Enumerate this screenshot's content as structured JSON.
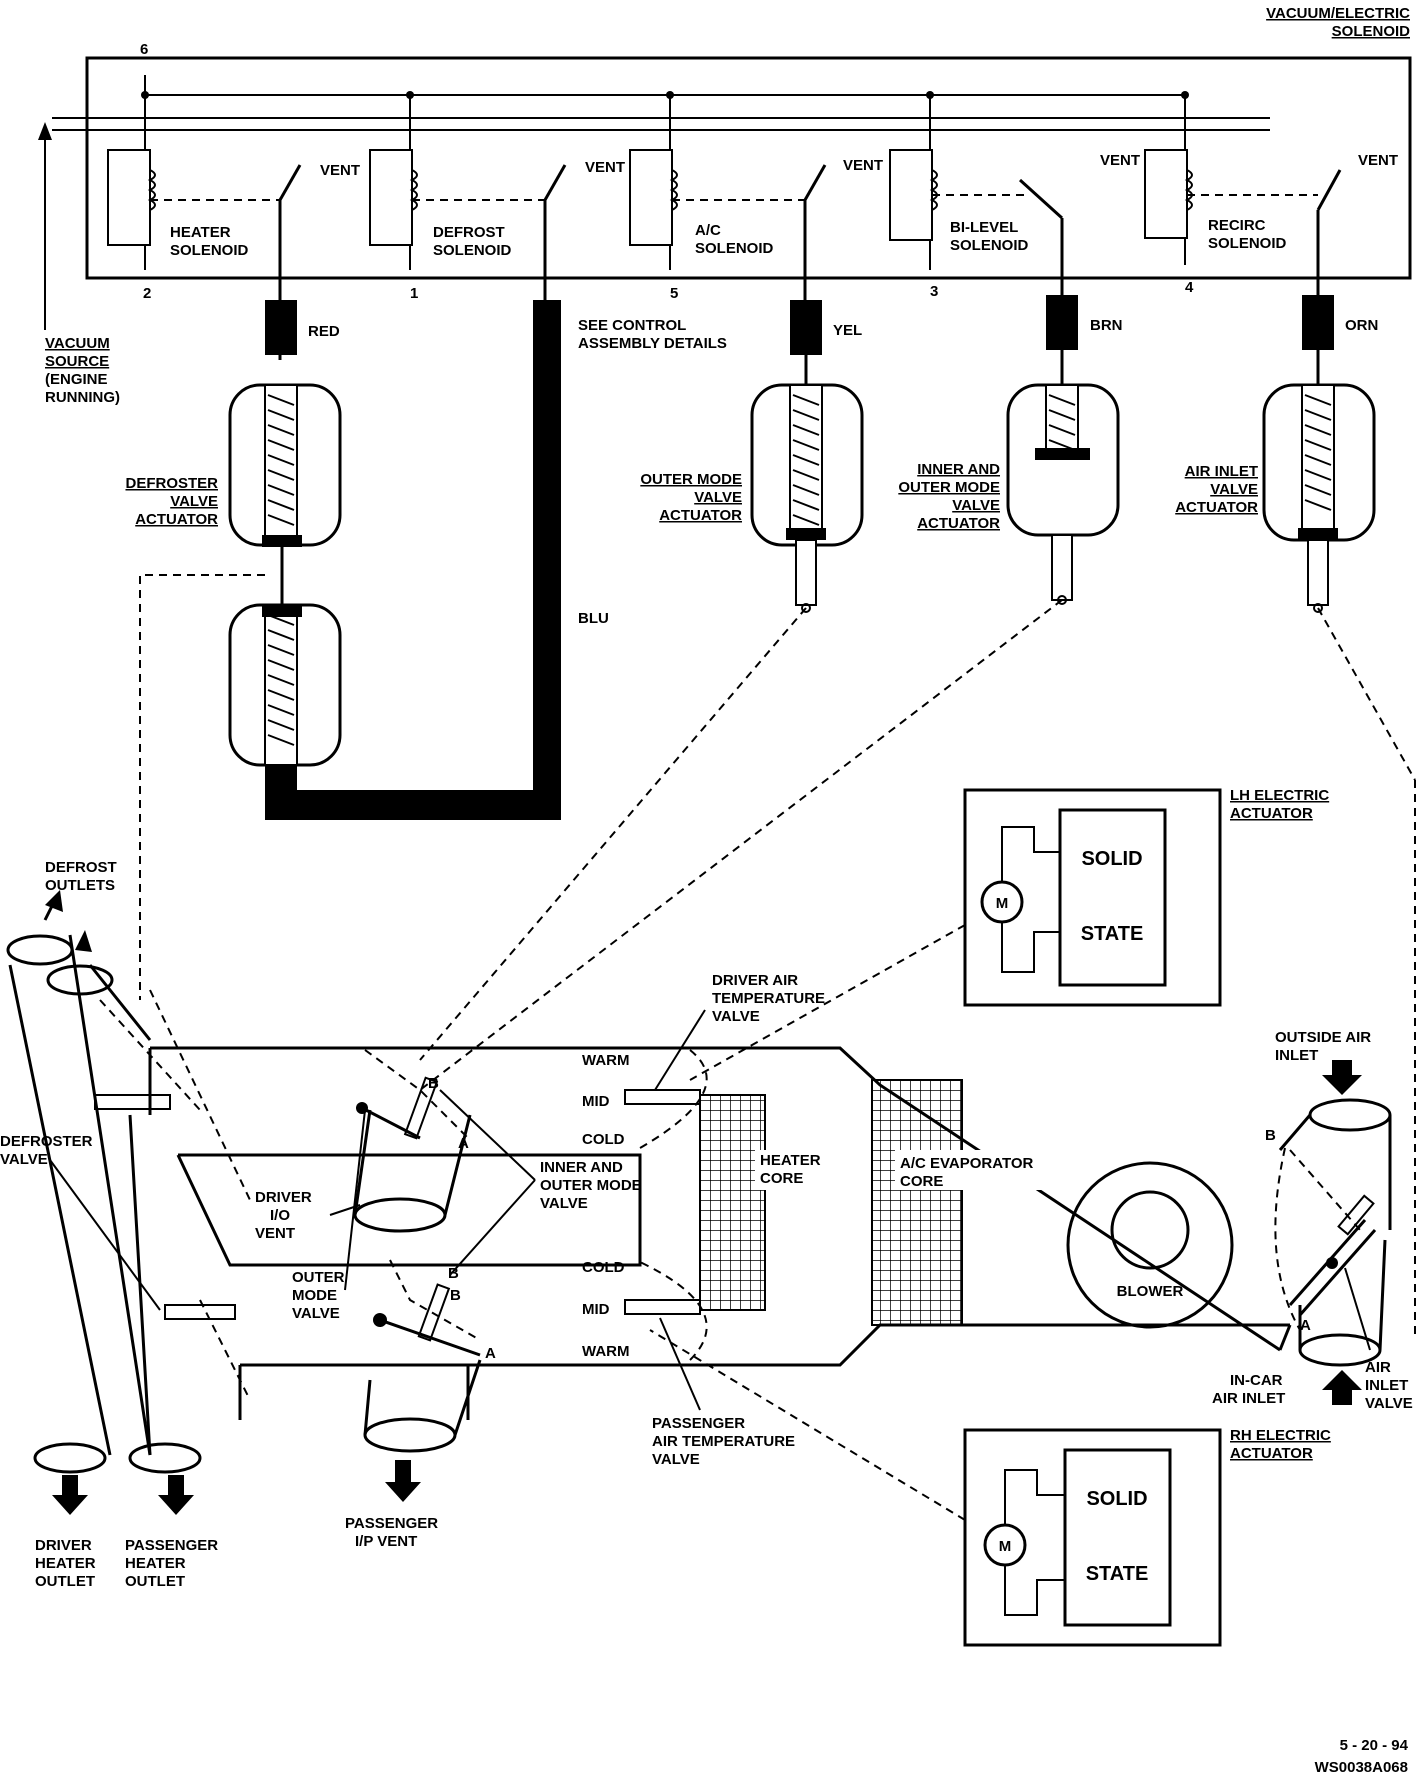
{
  "solenoid_block": {
    "title_line1": "VACUUM/ELECTRIC",
    "title_line2": "SOLENOID",
    "solenoids": [
      {
        "name_line1": "HEATER",
        "name_line2": "SOLENOID",
        "pin": "2"
      },
      {
        "name_line1": "DEFROST",
        "name_line2": "SOLENOID",
        "pin": "1"
      },
      {
        "name_line1": "A/C",
        "name_line2": "SOLENOID",
        "pin": "5"
      },
      {
        "name_line1": "BI-LEVEL",
        "name_line2": "SOLENOID",
        "pin": "3"
      },
      {
        "name_line1": "RECIRC",
        "name_line2": "SOLENOID",
        "pin": "4"
      }
    ],
    "supply_pin": "6",
    "vent_label": "VENT"
  },
  "vacuum_source": [
    "VACUUM",
    "SOURCE",
    "(ENGINE",
    "RUNNING)"
  ],
  "hoses": {
    "red": "RED",
    "yel": "YEL",
    "brn": "BRN",
    "orn": "ORN",
    "blu": "BLU",
    "see_control": [
      "SEE CONTROL",
      "ASSEMBLY DETAILS"
    ]
  },
  "actuators": {
    "defroster": [
      "DEFROSTER",
      "VALVE",
      "ACTUATOR"
    ],
    "outer_mode": [
      "OUTER MODE",
      "VALVE",
      "ACTUATOR"
    ],
    "inner_outer": [
      "INNER AND",
      "OUTER MODE",
      "VALVE",
      "ACTUATOR"
    ],
    "air_inlet": [
      "AIR INLET",
      "VALVE",
      "ACTUATOR"
    ]
  },
  "electric": {
    "lh_title": [
      "LH ELECTRIC",
      "ACTUATOR"
    ],
    "rh_title": [
      "RH ELECTRIC",
      "ACTUATOR"
    ],
    "solid": "SOLID",
    "state": "STATE",
    "motor": "M"
  },
  "duct": {
    "defrost_outlets": [
      "DEFROST",
      "OUTLETS"
    ],
    "defroster_valve": [
      "DEFROSTER",
      "VALVE"
    ],
    "driver_io_vent": [
      "DRIVER",
      "I/O",
      "VENT"
    ],
    "outer_mode_valve": [
      "OUTER",
      "MODE",
      "VALVE"
    ],
    "inner_outer_valve": [
      "INNER AND",
      "OUTER MODE",
      "VALVE"
    ],
    "driver_air_temp": [
      "DRIVER AIR",
      "TEMPERATURE",
      "VALVE"
    ],
    "passenger_air_temp": [
      "PASSENGER",
      "AIR TEMPERATURE",
      "VALVE"
    ],
    "warm": "WARM",
    "mid": "MID",
    "cold": "COLD",
    "heater_core": [
      "HEATER",
      "CORE"
    ],
    "evap_core": [
      "A/C EVAPORATOR",
      "CORE"
    ],
    "blower": "BLOWER",
    "outside_air": [
      "OUTSIDE AIR",
      "INLET"
    ],
    "incar_air": [
      "IN-CAR",
      "AIR INLET"
    ],
    "air_inlet_valve": [
      "AIR",
      "INLET",
      "VALVE"
    ],
    "pos_a": "A",
    "pos_b": "B",
    "driver_heater_outlet": [
      "DRIVER",
      "HEATER",
      "OUTLET"
    ],
    "passenger_heater_outlet": [
      "PASSENGER",
      "HEATER",
      "OUTLET"
    ],
    "passenger_ip_vent": [
      "PASSENGER",
      "I/P VENT"
    ]
  },
  "footer": {
    "date": "5 - 20 - 94",
    "code": "WS0038A068"
  }
}
